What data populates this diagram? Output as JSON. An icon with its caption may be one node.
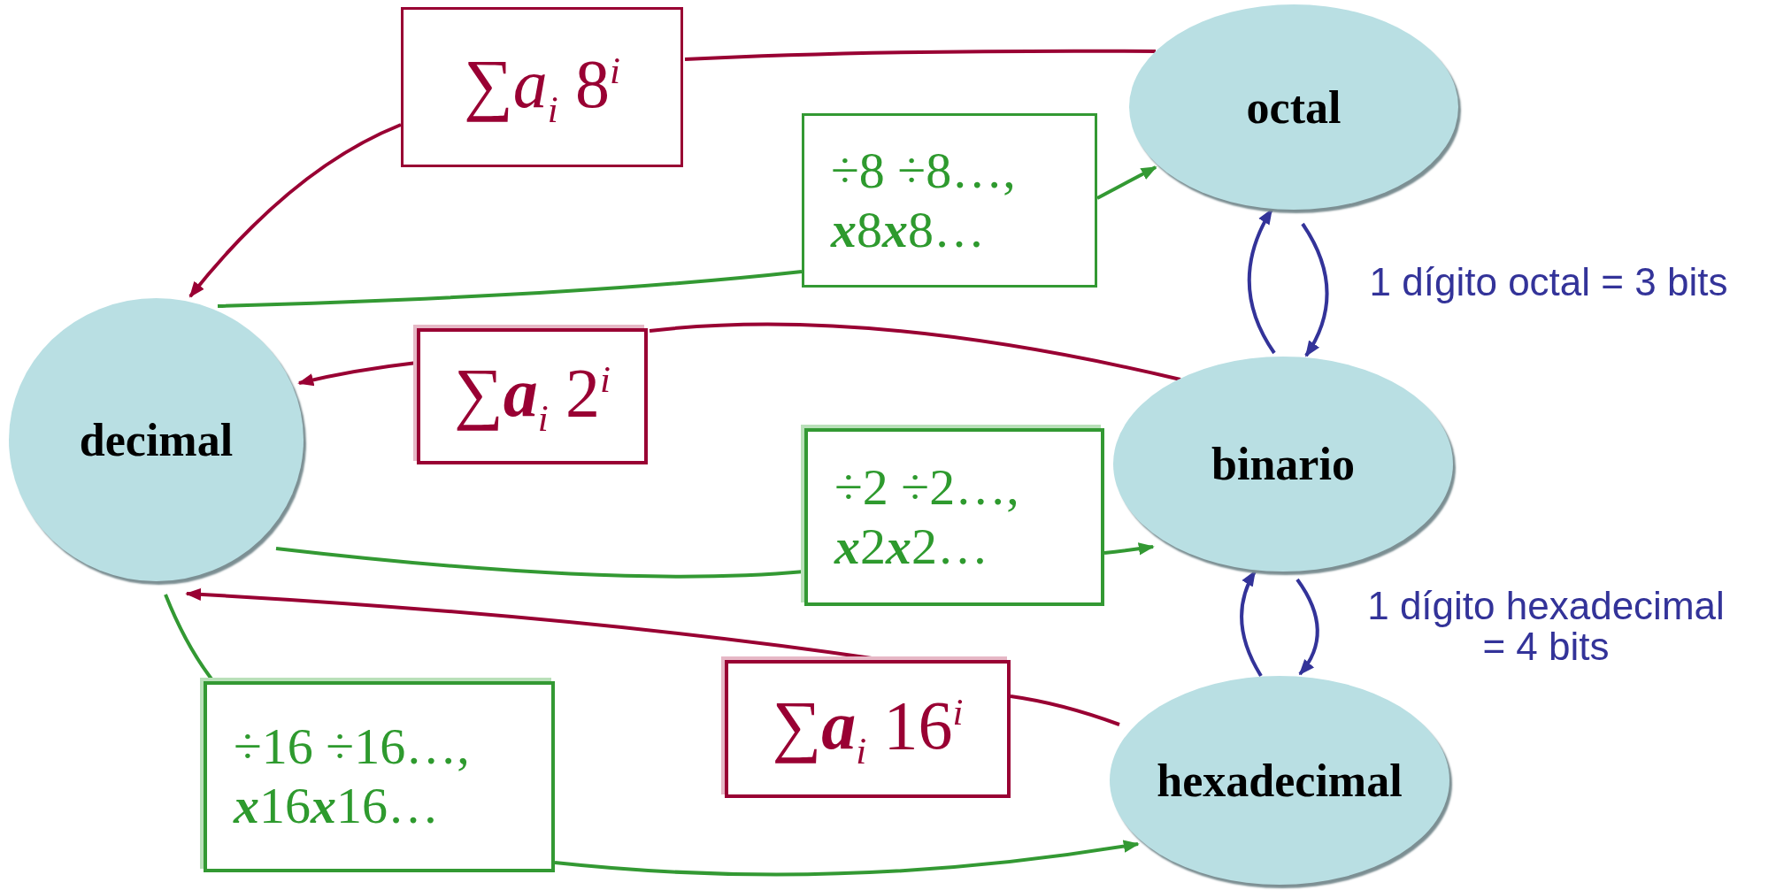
{
  "diagram": {
    "nodes": [
      {
        "text": [
          "decimal"
        ]
      },
      {
        "text": [
          "octal"
        ]
      },
      {
        "text": [
          "binario"
        ]
      },
      {
        "text": [
          "hexadecimal"
        ]
      },
      {
        "text": [
          "∑*a*$_{i}$ 8$^{i}$"
        ]
      },
      {
        "text": [
          "÷8 ÷8…,",
          "**x**8**x**8…"
        ]
      },
      {
        "text": [
          "∑**a**$_{i}$ 2$^{i}$"
        ]
      },
      {
        "text": [
          "÷2 ÷2…,",
          "**x**2**x**2…"
        ]
      },
      {
        "text": [
          "÷16 ÷16…,",
          "**x**16**x**16…"
        ]
      },
      {
        "text": [
          "∑**a**$_{i}$ 16$^{i}$"
        ]
      }
    ],
    "edges": [
      {
        "from": 1,
        "to": 4,
        "arrow": "none"
      },
      {
        "from": 4,
        "to": 0,
        "arrow": "to"
      },
      {
        "from": 0,
        "to": 5,
        "arrow": "none",
        "color": "#339933"
      },
      {
        "from": 5,
        "to": 1,
        "arrow": "to",
        "color": "#339933"
      },
      {
        "from": 2,
        "to": 6,
        "arrow": "none"
      },
      {
        "from": 6,
        "to": 0,
        "arrow": "to"
      },
      {
        "from": 0,
        "to": 7,
        "arrow": "none",
        "color": "#339933"
      },
      {
        "from": 7,
        "to": 2,
        "arrow": "to",
        "color": "#339933"
      },
      {
        "from": 3,
        "to": 9,
        "arrow": "none"
      },
      {
        "from": 9,
        "to": 0,
        "arrow": "to"
      },
      {
        "from": 0,
        "to": 8,
        "arrow": "none",
        "color": "#339933"
      },
      {
        "from": 8,
        "to": 3,
        "arrow": "to",
        "color": "#339933"
      },
      {
        "from": 2,
        "to": 1,
        "arrow": "to",
        "color": "#333399"
      },
      {
        "from": 1,
        "to": 2,
        "arrow": "to",
        "color": "#333399"
      },
      {
        "from": 3,
        "to": 2,
        "arrow": "to",
        "color": "#333399"
      },
      {
        "from": 2,
        "to": 3,
        "arrow": "to",
        "color": "#333399"
      }
    ],
    "labels": [
      "1 dígito octal = 3 bits",
      "1 dígito hexadecimal = 4 bits"
    ]
  }
}
